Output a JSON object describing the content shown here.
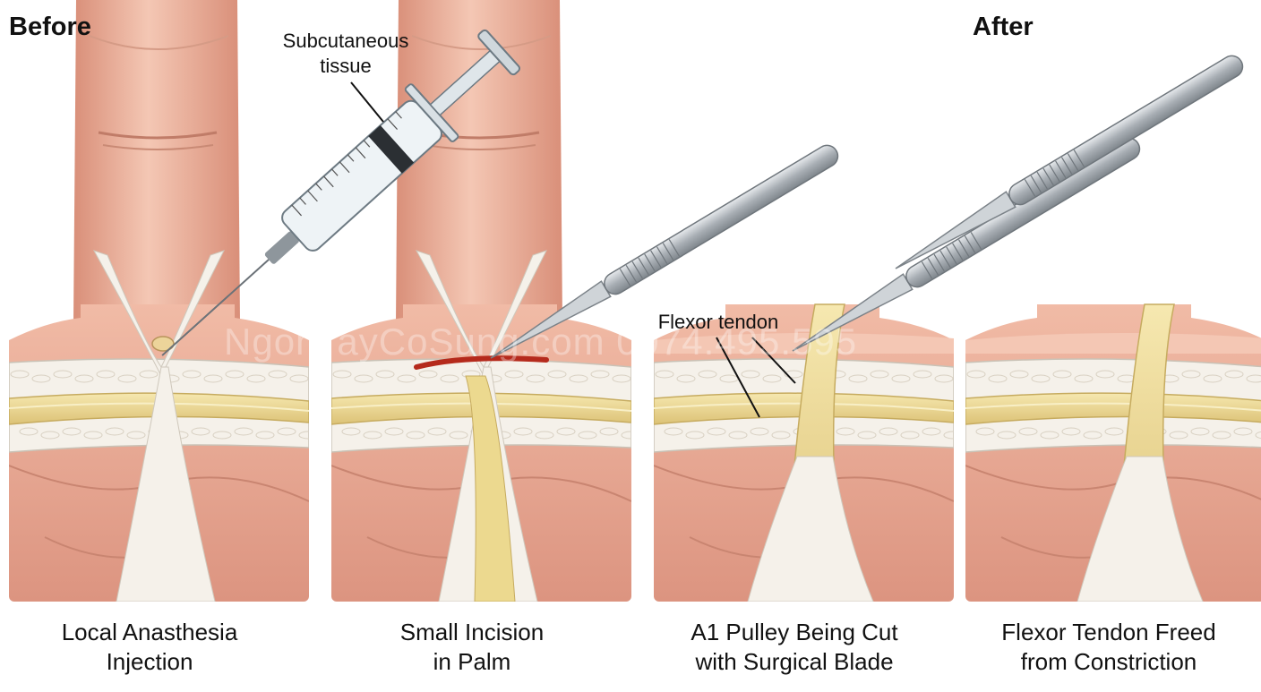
{
  "headers": {
    "before": "Before",
    "after": "After"
  },
  "labels": {
    "subcutaneous_line1": "Subcutaneous",
    "subcutaneous_line2": "tissue",
    "flexor_tendon": "Flexor tendon"
  },
  "panels": [
    {
      "caption_line1": "Local Anasthesia",
      "caption_line2": "Injection",
      "tool": "syringe"
    },
    {
      "caption_line1": "Small Incision",
      "caption_line2": "in Palm",
      "tool": "scalpel"
    },
    {
      "caption_line1": "A1 Pulley Being Cut",
      "caption_line2": "with Surgical Blade",
      "tool": "scalpel"
    },
    {
      "caption_line1": "Flexor Tendon Freed",
      "caption_line2": "from Constriction",
      "tool": "scalpel"
    }
  ],
  "watermark": "NgonTayCoSung.com 0974.495.595",
  "colors": {
    "skin": "#e9a890",
    "skin_dark": "#d98f79",
    "skin_light": "#f4c7b4",
    "tendon": "#ecd98f",
    "fascia": "#f5f1ea",
    "incision": "#b52a1c",
    "metal": "#b9bec3"
  }
}
